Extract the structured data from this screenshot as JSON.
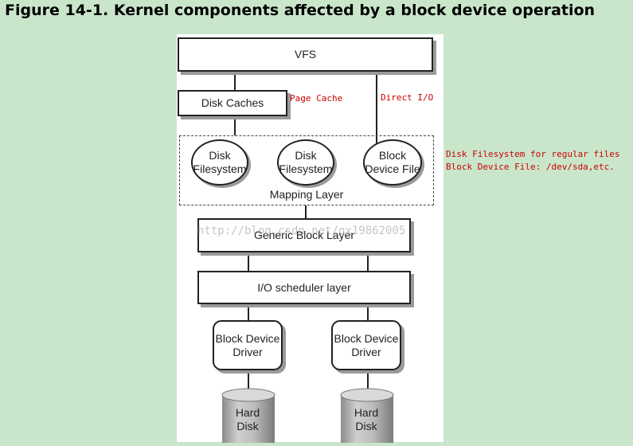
{
  "title": "Figure 14-1. Kernel components affected by a block device operation",
  "diagram": {
    "vfs": "VFS",
    "disk_caches": "Disk Caches",
    "fs1": "Disk\nFilesystem",
    "fs2": "Disk\nFilesystem",
    "block_device_file": "Block\nDevice File",
    "mapping_layer": "Mapping Layer",
    "generic_block_layer": "Generic Block Layer",
    "io_scheduler": "I/O scheduler layer",
    "driver1": "Block Device\nDriver",
    "driver2": "Block Device\nDriver",
    "disk1": "Hard\nDisk",
    "disk2": "Hard\nDisk"
  },
  "annotations": {
    "page_cache": "Page Cache",
    "direct_io": "Direct I/O",
    "note_line1": "Disk Filesystem for regular files",
    "note_line2": "Block Device File: /dev/sda,etc."
  },
  "watermark": "http://blog.csdn.net/gx19862005"
}
